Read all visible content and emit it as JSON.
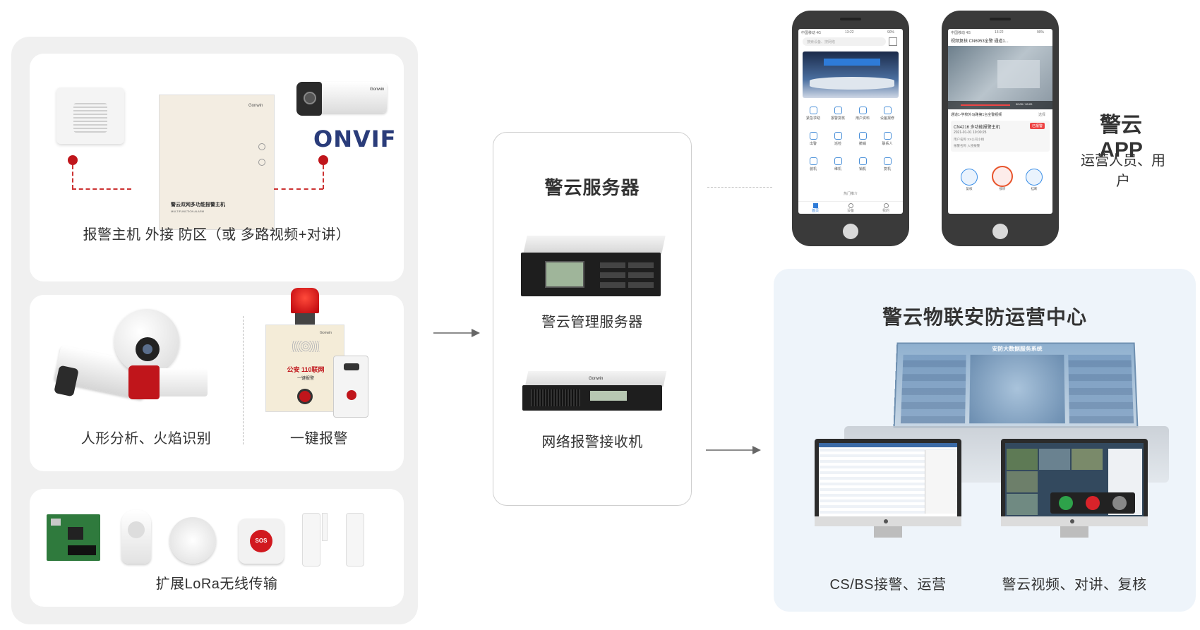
{
  "left_panel": {
    "card1": {
      "caption": "报警主机 外接 防区（或 多路视频+对讲）",
      "box_text": "警云双网多功能报警主机",
      "box_subtext": "MULTIFUNCTION ALARM",
      "brand": "Gonwin",
      "onvif": "ONVIF"
    },
    "card2": {
      "caption_left": "人形分析、火焰识别",
      "caption_right": "一键报警",
      "alarm_box_line1": "公安 110联网",
      "alarm_box_line2": "一键报警",
      "brand": "Gonwin"
    },
    "card3": {
      "caption": "扩展LoRa无线传输",
      "sos": "SOS"
    }
  },
  "server": {
    "title": "警云服务器",
    "mgmt_label": "警云管理服务器",
    "receiver_label": "网络报警接收机",
    "rack_brand": "Gonwin"
  },
  "app": {
    "title": "警云APP",
    "subtitle": "运营人员、用户",
    "phone1": {
      "status_carrier": "中国移动 4G",
      "status_time": "13:22",
      "status_battery": "90%",
      "search_placeholder": "搜索设备、搜网络",
      "grid": [
        "紧急求助",
        "报警复核",
        "用户资料",
        "设备报修",
        "出警",
        "巡检",
        "撤销",
        "联系人",
        "装机",
        "维机",
        "销机",
        "复机"
      ],
      "section": "热门推介",
      "tabs": [
        "首页",
        "设备",
        "我的"
      ]
    },
    "phone2": {
      "status_carrier": "中国移动 4G",
      "status_time": "13:22",
      "status_battery": "90%",
      "nav_title": "视频复核  CN6953全警  通道1...",
      "player_time": "00:00 / 00:20",
      "channel": "通道1-学校外马路第1台全警视频",
      "channel_action": "选择",
      "device": "CN4216 多功能报警主机",
      "device_badge": "已报警",
      "date": "2021-01-01  10:00:25",
      "line1": "用户名称  XX公司小杨",
      "line2": "报警名称  入侵报警",
      "btn1": "复核",
      "btn2": "接听",
      "btn3": "挂断"
    }
  },
  "center": {
    "title": "警云物联安防运营中心",
    "wall_title": "安防大数据服务系统",
    "left_label": "CS/BS接警、运营",
    "right_label": "警云视频、对讲、复核"
  },
  "colors": {
    "brand_red": "#c0151b",
    "panel_gray": "#f0f0f0",
    "center_bg": "#eef4fa",
    "accent_blue": "#2e7bd8"
  }
}
